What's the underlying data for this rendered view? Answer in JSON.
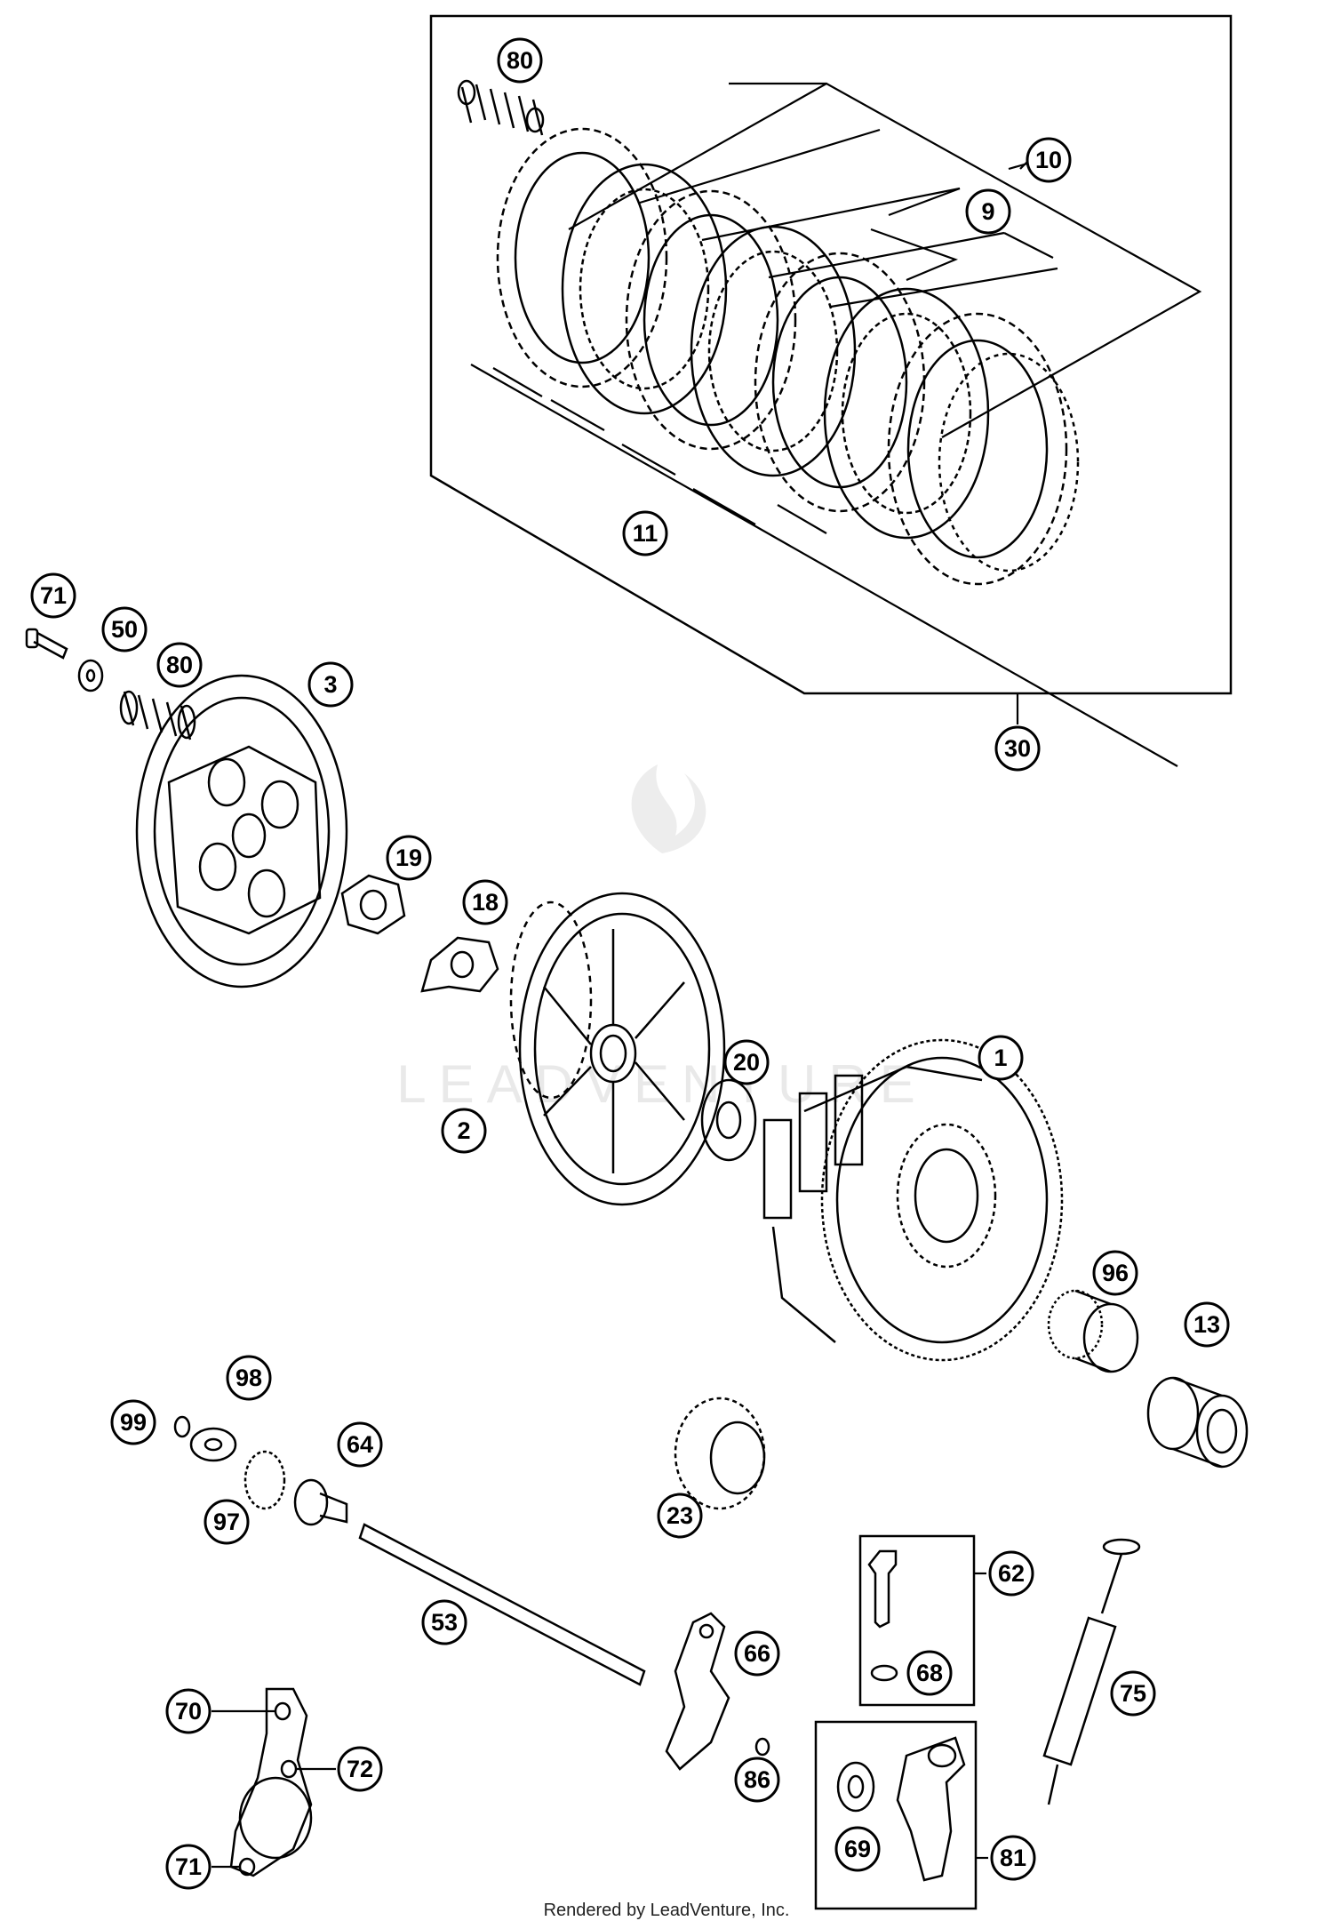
{
  "callouts": [
    {
      "id": "c80a",
      "label": "80"
    },
    {
      "id": "c10",
      "label": "10"
    },
    {
      "id": "c9",
      "label": "9"
    },
    {
      "id": "c11",
      "label": "11"
    },
    {
      "id": "c30",
      "label": "30"
    },
    {
      "id": "c71a",
      "label": "71"
    },
    {
      "id": "c50",
      "label": "50"
    },
    {
      "id": "c80b",
      "label": "80"
    },
    {
      "id": "c3",
      "label": "3"
    },
    {
      "id": "c19",
      "label": "19"
    },
    {
      "id": "c18",
      "label": "18"
    },
    {
      "id": "c20",
      "label": "20"
    },
    {
      "id": "c1",
      "label": "1"
    },
    {
      "id": "c2",
      "label": "2"
    },
    {
      "id": "c96",
      "label": "96"
    },
    {
      "id": "c13",
      "label": "13"
    },
    {
      "id": "c98",
      "label": "98"
    },
    {
      "id": "c99",
      "label": "99"
    },
    {
      "id": "c64",
      "label": "64"
    },
    {
      "id": "c97",
      "label": "97"
    },
    {
      "id": "c23",
      "label": "23"
    },
    {
      "id": "c62",
      "label": "62"
    },
    {
      "id": "c53",
      "label": "53"
    },
    {
      "id": "c66",
      "label": "66"
    },
    {
      "id": "c68",
      "label": "68"
    },
    {
      "id": "c75",
      "label": "75"
    },
    {
      "id": "c70",
      "label": "70"
    },
    {
      "id": "c72",
      "label": "72"
    },
    {
      "id": "c86",
      "label": "86"
    },
    {
      "id": "c69",
      "label": "69"
    },
    {
      "id": "c81",
      "label": "81"
    },
    {
      "id": "c71b",
      "label": "71"
    }
  ],
  "watermark": "LEADVENTURE",
  "credit": "Rendered by LeadVenture, Inc."
}
